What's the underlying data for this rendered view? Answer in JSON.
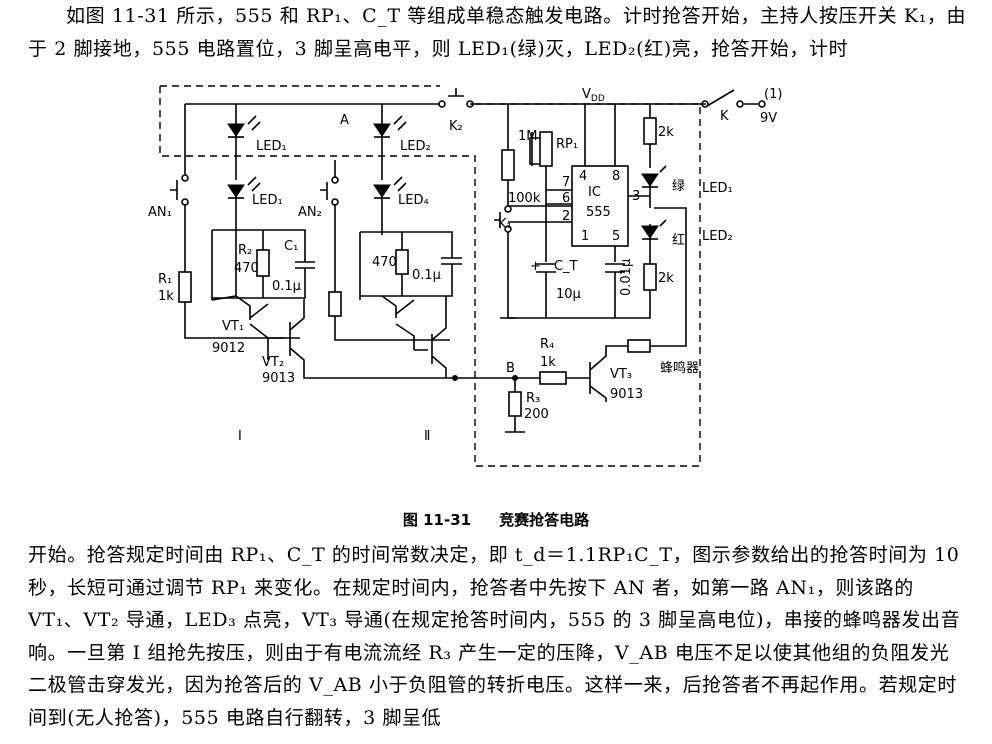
{
  "text": {
    "para1": "如图 11-31 所示，555 和 RP₁、C_T 等组成单稳态触发电路。计时抢答开始，主持人按压开关 K₁，由于 2 脚接地，555 电路置位，3 脚呈高电平，则 LED₁(绿)灭，LED₂(红)亮，抢答开始，计时",
    "caption_number": "图 11-31",
    "caption_title": "竞赛抢答电路",
    "para2": "开始。抢答规定时间由 RP₁、C_T 的时间常数决定，即 t_d＝1.1RP₁C_T，图示参数给出的抢答时间为 10 秒，长短可通过调节 RP₁ 来变化。在规定时间内，抢答者中先按下 AN 者，如第一路 AN₁，则该路的 VT₁、VT₂ 导通，LED₃ 点亮，VT₃ 导通(在规定抢答时间内，555 的 3 脚呈高电位)，串接的蜂鸣器发出音响。一旦第 I 组抢先按压，则由于有电流流经 R₃ 产生一定的压降，V_AB 电压不足以使其他组的负阻发光二极管击穿发光，因为抢答后的 V_AB 小于负阻管的转折电压。这样一来，后抢答者不再起作用。若规定时间到(无人抢答)，555 电路自行翻转，3 脚呈低"
  },
  "diagram": {
    "node_A": "A",
    "node_B": "B",
    "vdd": "V",
    "vdd_sub": "DD",
    "k2": "K₂",
    "k": "K",
    "k1": "K₁",
    "supply_mark": "(1)",
    "supply": "9V",
    "led1_top": "LED₁",
    "led1_mid": "LED₁",
    "led2_top": "LED₂",
    "led4": "LED₄",
    "an1": "AN₁",
    "an2": "AN₂",
    "r2": "R₂",
    "r2_val": "470",
    "c1": "C₁",
    "c1_val": "0.1μ",
    "r1": "R₁",
    "r1_val": "1k",
    "vt1": "VT₁",
    "vt1_type": "9012",
    "vt2": "VT₂",
    "vt2_type": "9013",
    "r_g2": "470",
    "c_g2": "0.1μ",
    "group1": "I",
    "group2": "Ⅱ",
    "rp1_max": "1M",
    "rp1": "RP₁",
    "r100k": "100k",
    "ic": "IC",
    "ic_num": "555",
    "pin4": "4",
    "pin8": "8",
    "pin7": "7",
    "pin6": "6",
    "pin2": "2",
    "pin1": "1",
    "pin5": "5",
    "pin3": "3",
    "ct": "C_T",
    "ct_val": "10μ",
    "c5_val": "0.01μ",
    "r_top": "2k",
    "r_bot": "2k",
    "green": "绿",
    "red": "红",
    "led1_right": "LED₁",
    "led2_right": "LED₂",
    "r4": "R₄",
    "r4_val": "1k",
    "r3": "R₃",
    "r3_val": "200",
    "vt3": "VT₃",
    "vt3_type": "9013",
    "buzzer": "蜂鸣器",
    "plus": "+"
  }
}
